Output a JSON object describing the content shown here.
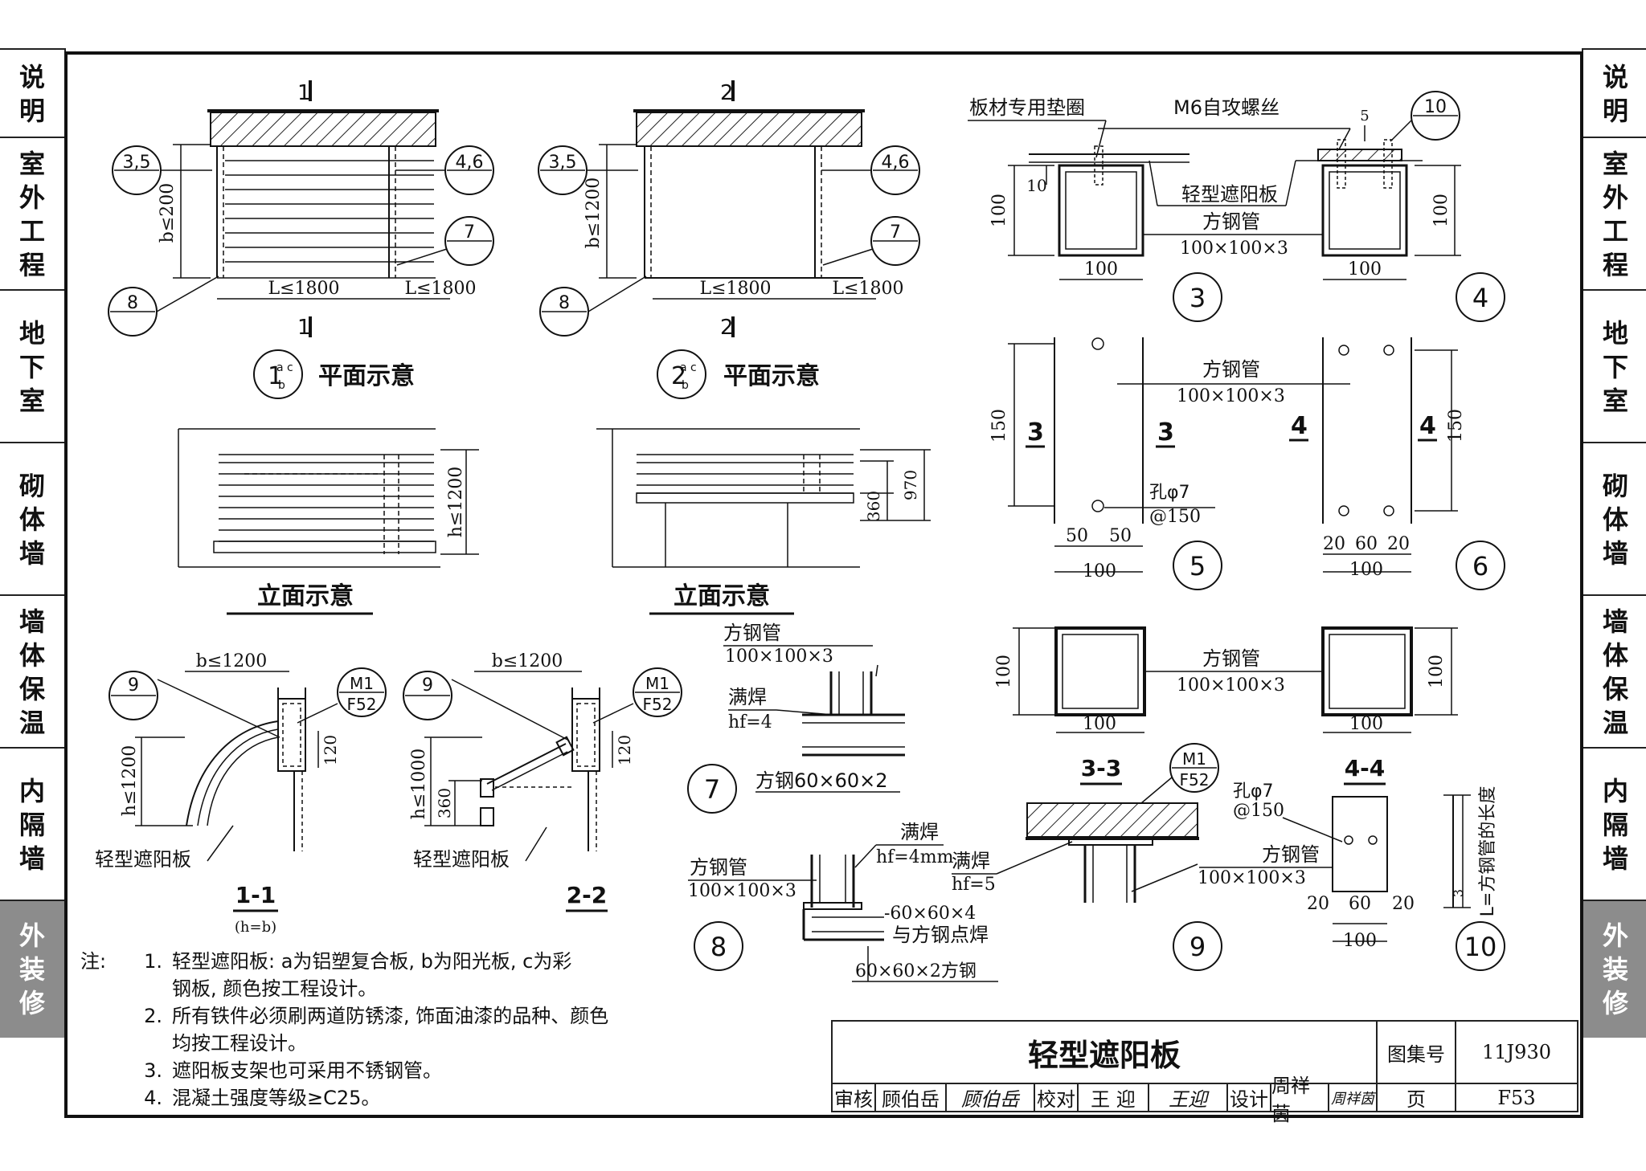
{
  "side_tabs": [
    {
      "label": "说明",
      "active": false
    },
    {
      "label": "室外工程",
      "active": false
    },
    {
      "label": "地下室",
      "active": false
    },
    {
      "label": "砌体墙",
      "active": false
    },
    {
      "label": "墙体保温",
      "active": false
    },
    {
      "label": "内隔墙",
      "active": false
    },
    {
      "label": "外装修",
      "active": true
    }
  ],
  "plans": {
    "plan1": {
      "section_mark": "1",
      "b_dim": "b≤200",
      "l_dim_left": "L≤1800",
      "l_dim_right": "L≤1800",
      "callouts": [
        "3,5",
        "4,6",
        "7",
        "8"
      ],
      "title_num": "1",
      "title_sup": "a c",
      "title_sub": "b",
      "title": "平面示意"
    },
    "plan2": {
      "section_mark": "2",
      "b_dim": "b≤1200",
      "l_dim_left": "L≤1800",
      "l_dim_right": "L≤1800",
      "callouts": [
        "3,5",
        "4,6",
        "7",
        "8"
      ],
      "title_num": "2",
      "title_sup": "a c",
      "title_sub": "b",
      "title": "平面示意"
    }
  },
  "elevations": {
    "elev1": {
      "h_dim": "h≤1200",
      "title": "立面示意"
    },
    "elev2": {
      "dim_360": "360",
      "dim_970": "970",
      "title": "立面示意"
    }
  },
  "sections": {
    "s1": {
      "b_dim": "b≤1200",
      "h_dim": "h≤1200",
      "dim_120": "120",
      "callout_9": "9",
      "callout_m1": "M1",
      "callout_f52": "F52",
      "panel_label": "轻型遮阳板",
      "title": "1-1",
      "subtitle": "(h=b)"
    },
    "s2": {
      "b_dim": "b≤1200",
      "h_dim": "h≤1000",
      "dim_360": "360",
      "dim_120": "120",
      "callout_9": "9",
      "callout_m1": "M1",
      "callout_f52": "F52",
      "panel_label": "轻型遮阳板",
      "title": "2-2"
    }
  },
  "details": {
    "d3_4": {
      "washer": "板材专用垫圈",
      "screw": "M6自攻螺丝",
      "dim_5": "5",
      "dim_10": "10",
      "dim_100": "100",
      "panel": "轻型遮阳板",
      "pipe": "方钢管",
      "pipe_size": "100×100×3",
      "num3": "3",
      "num4": "4",
      "callout10": "10"
    },
    "d5_6": {
      "pipe": "方钢管",
      "pipe_size": "100×100×3",
      "dim_150": "150",
      "hole": "孔φ7",
      "hole_spacing": "@150",
      "dims5": [
        "50",
        "50"
      ],
      "dims6": [
        "20",
        "60",
        "20"
      ],
      "dim_100": "100",
      "mark3": "3",
      "mark4": "4",
      "num5": "5",
      "num6": "6"
    },
    "d33_44": {
      "pipe": "方钢管",
      "pipe_size": "100×100×3",
      "dim_100": "100",
      "title3": "3-3",
      "title4": "4-4"
    },
    "d7": {
      "pipe": "方钢管",
      "pipe_size": "100×100×3",
      "weld": "满焊",
      "hf": "hf=4",
      "bottom": "方钢60×60×2",
      "num": "7"
    },
    "d8": {
      "pipe": "方钢管",
      "pipe_size": "100×100×3",
      "weld": "满焊",
      "hf": "hf=4mm",
      "plate": "-60×60×4",
      "spot": "与方钢点焊",
      "bottom": "60×60×2方钢",
      "num": "8"
    },
    "d9": {
      "m1": "M1",
      "f52": "F52",
      "weld": "满焊",
      "hf": "hf=5",
      "num": "9"
    },
    "d10": {
      "hole": "孔φ7",
      "hole_spacing": "@150",
      "pipe": "方钢管",
      "pipe_size": "100×100×3",
      "dims": [
        "20",
        "60",
        "20"
      ],
      "dim_100": "100",
      "length": "L=方钢管的长度",
      "dim_small": "3",
      "num": "10"
    }
  },
  "notes": {
    "label": "注:",
    "items": [
      {
        "num": "1.",
        "lines": [
          "轻型遮阳板: a为铝塑复合板, b为阳光板, c为彩",
          "钢板, 颜色按工程设计。"
        ]
      },
      {
        "num": "2.",
        "lines": [
          "所有铁件必须刷两道防锈漆, 饰面油漆的品种、颜色",
          "均按工程设计。"
        ]
      },
      {
        "num": "3.",
        "lines": [
          "遮阳板支架也可采用不锈钢管。"
        ]
      },
      {
        "num": "4.",
        "lines": [
          "混凝土强度等级≥C25。"
        ]
      }
    ]
  },
  "title_block": {
    "title": "轻型遮阳板",
    "atlas_label": "图集号",
    "atlas_no": "11J930",
    "review_label": "审核",
    "reviewer": "顾伯岳",
    "reviewer_sig": "顾伯岳",
    "check_label": "校对",
    "checker": "王 迎",
    "checker_sig": "王迎",
    "design_label": "设计",
    "designer": "周祥茵",
    "designer_sig": "周祥茵",
    "page_label": "页",
    "page_no": "F53"
  }
}
